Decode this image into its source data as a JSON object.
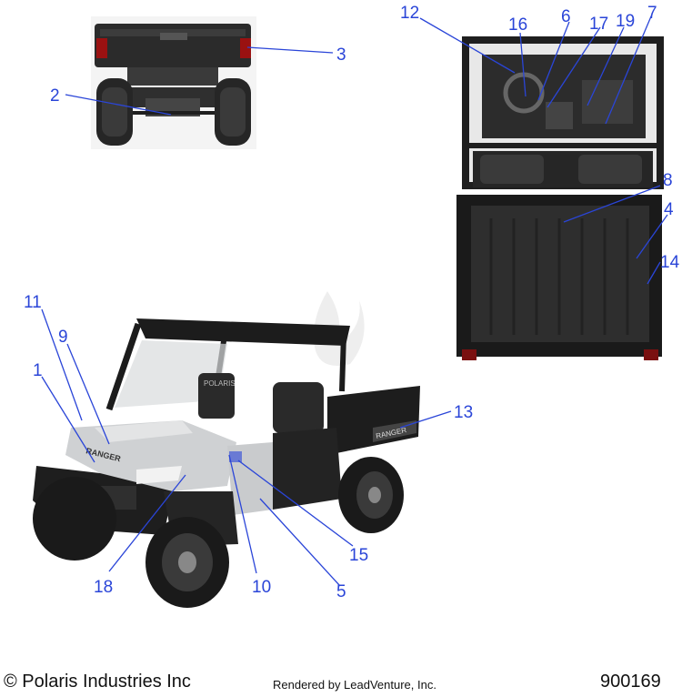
{
  "callouts": {
    "c1": "1",
    "c2": "2",
    "c3": "3",
    "c4": "4",
    "c5": "5",
    "c6": "6",
    "c7": "7",
    "c8": "8",
    "c9": "9",
    "c10": "10",
    "c11": "11",
    "c12": "12",
    "c13": "13",
    "c14": "14",
    "c15": "15",
    "c16": "16",
    "c17": "17",
    "c18": "18",
    "c19": "19"
  },
  "decals": {
    "dash_brand": "POLARIS",
    "side_brand": "RANGER",
    "hood_brand": "RANGER"
  },
  "footer": {
    "copyright": "© Polaris Industries Inc",
    "rendered_by": "Rendered by LeadVenture, Inc.",
    "diagram_id": "900169"
  }
}
